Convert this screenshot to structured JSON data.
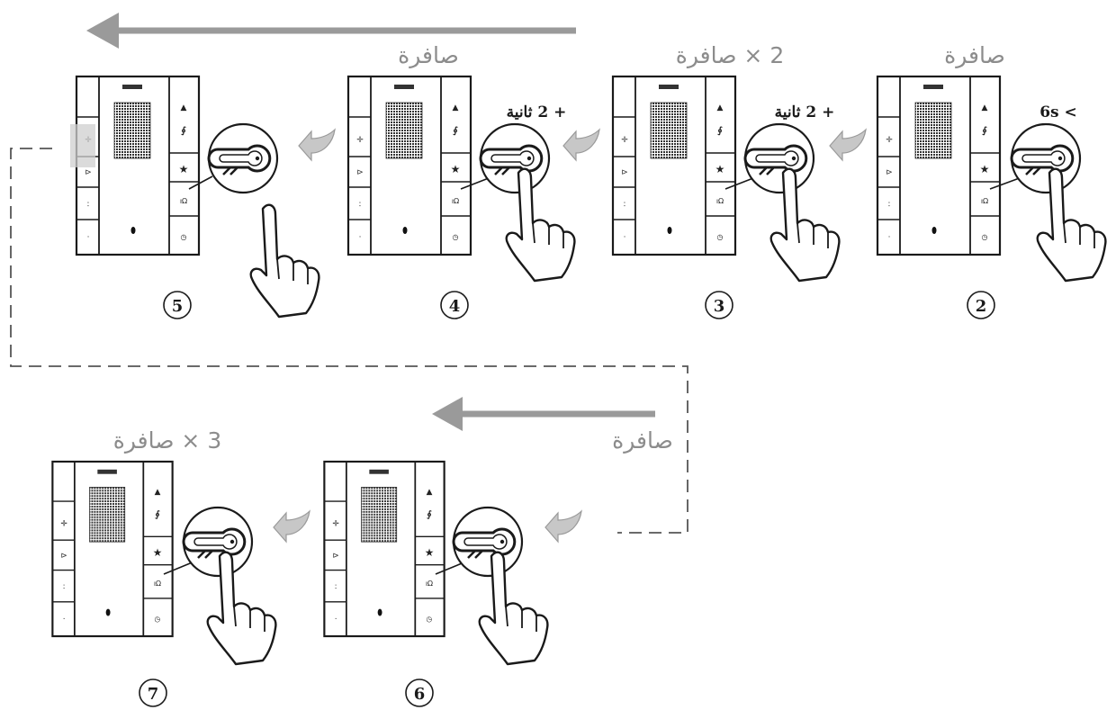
{
  "colors": {
    "line": "#1a1a1a",
    "arrow": "#9a9a9a",
    "beep_text": "#8c8c8c",
    "background": "#ffffff"
  },
  "icons": {
    "flow_arrow": "long-left-arrow-icon",
    "step_arrow": "chevron-left-arrow-icon",
    "key_button": "key-icon",
    "pointer": "pointing-hand-icon"
  },
  "steps": [
    {
      "number": "2",
      "beep": "صافرة",
      "duration": "6s <"
    },
    {
      "number": "3",
      "beep": "2 × صافرة",
      "duration": "+ 2 ثانية"
    },
    {
      "number": "4",
      "beep": "صافرة",
      "duration": "+ 2 ثانية"
    },
    {
      "number": "5",
      "beep": "",
      "duration": ""
    },
    {
      "number": "6",
      "beep": "صافرة",
      "duration": ""
    },
    {
      "number": "7",
      "beep": "3 × صافرة",
      "duration": ""
    }
  ]
}
